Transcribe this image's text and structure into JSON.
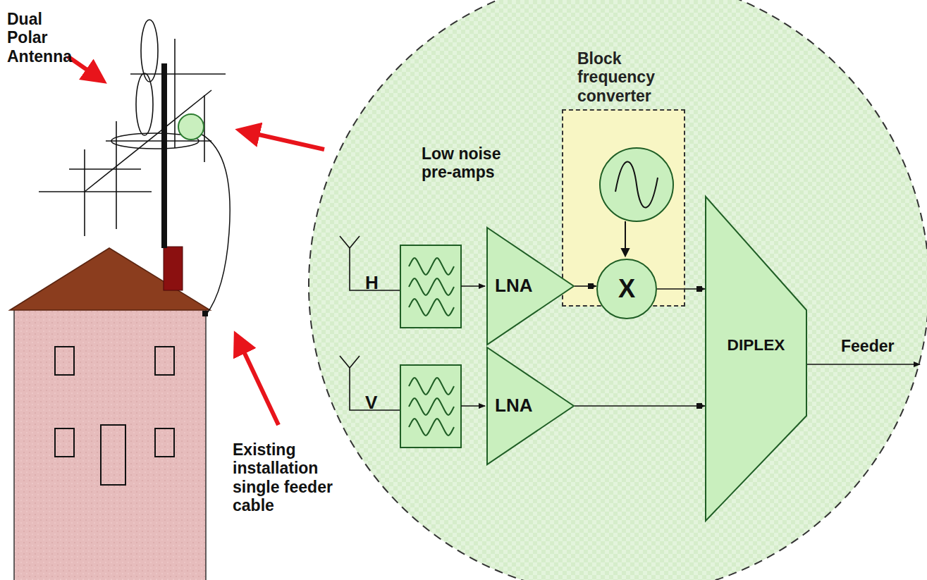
{
  "diagram": {
    "nodes": [
      {
        "text": [
          "Block frequency converter"
        ]
      },
      {
        "text": [
          "X"
        ],
        "in": 0
      },
      {
        "text": [
          "LNA"
        ]
      },
      {
        "text": [
          "LNA"
        ]
      },
      {
        "text": [
          "DIPLEX"
        ]
      }
    ],
    "edges": [
      {
        "from": 2,
        "to": 1,
        "arrow": "to"
      },
      {
        "from": 1,
        "to": 4,
        "arrow": "to"
      },
      {
        "from": 3,
        "to": 4,
        "arrow": "to"
      }
    ],
    "labels": [
      "Dual Polar Antenna",
      "Existing installation single feeder cable",
      "Low noise pre-amps",
      "H",
      "V",
      "Feeder"
    ]
  }
}
